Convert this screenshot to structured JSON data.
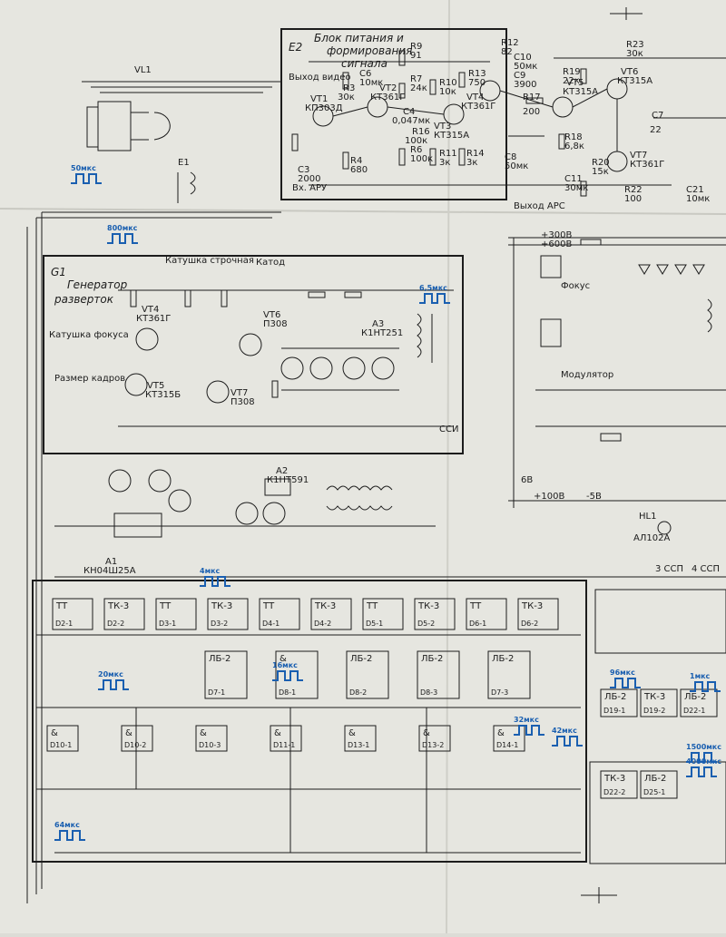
{
  "blocks": {
    "e2": {
      "code": "E2",
      "title_line1": "Блок питания и",
      "title_line2": "формирования",
      "title_line3": "сигнала"
    },
    "g1": {
      "code": "G1",
      "title_line1": "Генератор",
      "title_line2": "разверток"
    }
  },
  "labels": {
    "vl1": "VL1",
    "e1": "E1",
    "vt1": "VT1",
    "vt1_type": "КП303Д",
    "vt2": "VT2",
    "vt2_type": "КТ361Г",
    "vt3": "VT3",
    "vt3_type": "КТ315А",
    "vt4": "VT4",
    "vt4_type": "КТ361Г",
    "vt5": "VT5",
    "vt5_type": "КТ315А",
    "vt6": "VT6",
    "vt6_type": "КТ315А",
    "vt7": "VT7",
    "vt7_type": "КТ361Г",
    "g_vt4": "VT4",
    "g_vt4_type": "КТ361Г",
    "g_vt5": "VT5",
    "g_vt5_type": "КТ315Б",
    "g_vt6": "VT6",
    "g_vt6_type": "П308",
    "g_vt7": "VT7",
    "g_vt7_type": "П308",
    "a3": "A3",
    "a3_type": "К1НТ251",
    "a1": "A1",
    "a1_type": "КН04Ш25А",
    "a2": "A2",
    "a2_type": "К1НТ591",
    "fokus": "Фокус",
    "modulyator": "Модулятор",
    "hl1": "HL1",
    "hl1_type": "АЛ102А",
    "vykhod_ars": "Выход АРС",
    "vykhod_video": "Выход видео",
    "vkh_aru": "Вх. АРУ",
    "katushka_fokusa": "Катушка фокуса",
    "razmer_kadrov": "Размер кадров",
    "katushka_strochnaya": "Катушка строчная",
    "katod": "Катод",
    "ssi": "ССИ",
    "ssp3": "3 ССП",
    "ssp4": "4 ССП",
    "plus300": "+300В",
    "plus600": "+600В",
    "minus5": "-5В",
    "plus6": "6В",
    "plus100": "+100В"
  },
  "components": [
    {
      "ref": "R9",
      "val": "91"
    },
    {
      "ref": "R12",
      "val": "82"
    },
    {
      "ref": "C10",
      "val": "50мк"
    },
    {
      "ref": "C9",
      "val": "3900"
    },
    {
      "ref": "R17",
      "val": "200"
    },
    {
      "ref": "R19",
      "val": "22к"
    },
    {
      "ref": "R23",
      "val": "30к"
    },
    {
      "ref": "R13",
      "val": "750"
    },
    {
      "ref": "C8",
      "val": "50мк"
    },
    {
      "ref": "R11",
      "val": "3к"
    },
    {
      "ref": "R14",
      "val": "3к"
    },
    {
      "ref": "R18",
      "val": "6,8к"
    },
    {
      "ref": "R20",
      "val": "15к"
    },
    {
      "ref": "C11",
      "val": "30мк"
    },
    {
      "ref": "R22",
      "val": "100"
    },
    {
      "ref": "C21",
      "val": "10мк"
    },
    {
      "ref": "C3",
      "val": "2000"
    },
    {
      "ref": "R4",
      "val": "680"
    },
    {
      "ref": "C4",
      "val": "0,047мк"
    },
    {
      "ref": "C6",
      "val": "10мк"
    },
    {
      "ref": "R6",
      "val": "100к"
    },
    {
      "ref": "R3",
      "val": "30к"
    },
    {
      "ref": "R7",
      "val": "24к"
    },
    {
      "ref": "R10",
      "val": "10к"
    },
    {
      "ref": "R16",
      "val": "100к"
    },
    {
      "ref": "C7",
      "val": "22"
    }
  ],
  "logic": {
    "tk3": "ТК-3",
    "tt": "ТТ",
    "lb2": "ЛБ-2",
    "and": "&",
    "row1": [
      "D2-1",
      "D2-2",
      "D3-1",
      "D3-2",
      "D4-1",
      "D4-2",
      "D5-1",
      "D5-2",
      "D6-1",
      "D6-2"
    ],
    "row2": [
      "D7-1",
      "D8-1",
      "D8-2",
      "D8-3",
      "D7-3"
    ],
    "row3": [
      "D10-1",
      "D10-2",
      "D10-3",
      "D11-1",
      "D13-1",
      "D13-2",
      "D14-1"
    ],
    "right": [
      "D19-1",
      "D19-2",
      "D22-1",
      "D22-2",
      "D25-1"
    ]
  },
  "timing": [
    "50мкс",
    "800мкс",
    "4мкс",
    "20мкс",
    "96мкс",
    "1мкс",
    "16мкс",
    "32мкс",
    "42мкс",
    "1500мкс",
    "4000мкс",
    "64мкс",
    "6,5мкс"
  ],
  "accent": "#1a5fb0",
  "ink": "#1c1c1c",
  "paper": "#e6e6e0"
}
